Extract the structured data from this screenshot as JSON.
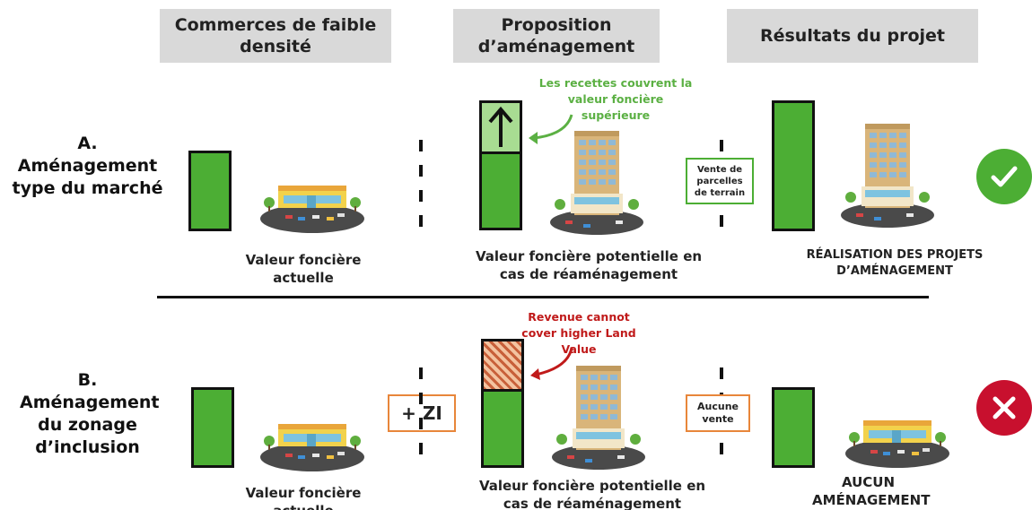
{
  "headers": {
    "current": "Commerces de faible densité",
    "proposal": "Proposition d’aménagement",
    "results": "Résultats du projet"
  },
  "row_a": {
    "label_letter": "A.",
    "label_text": "Aménagement type du marché",
    "current_value_caption": "Valeur foncière actuelle",
    "potential_value_caption": "Valeur foncière potentielle en cas de réaménagement",
    "annotation": "Les recettes couvrent la valeur foncière supérieure",
    "sale_box": "Vente de parcelles de terrain",
    "result_caption": "RÉALISATION DES PROJETS D’AMÉNAGEMENT",
    "result_icon": "check-icon",
    "result_color": "#4cae34"
  },
  "row_b": {
    "label_letter": "B.",
    "label_text": "Aménagement du zonage d’inclusion",
    "current_value_caption": "Valeur foncière actuelle",
    "zi_box": "+ ZI",
    "potential_value_caption": "Valeur foncière potentielle en cas de réaménagement",
    "annotation": "Revenue cannot cover higher Land Value",
    "sale_box": "Aucune vente",
    "result_caption": "AUCUN AMÉNAGEMENT",
    "result_icon": "cross-icon",
    "result_color": "#c8102e"
  },
  "colors": {
    "bar_green": "#4cae34",
    "bar_light_green": "#a8dc92",
    "header_gray": "#d9d9d9",
    "annotation_green": "#5bb043",
    "annotation_red": "#c01a1a",
    "box_orange": "#e8863a"
  }
}
